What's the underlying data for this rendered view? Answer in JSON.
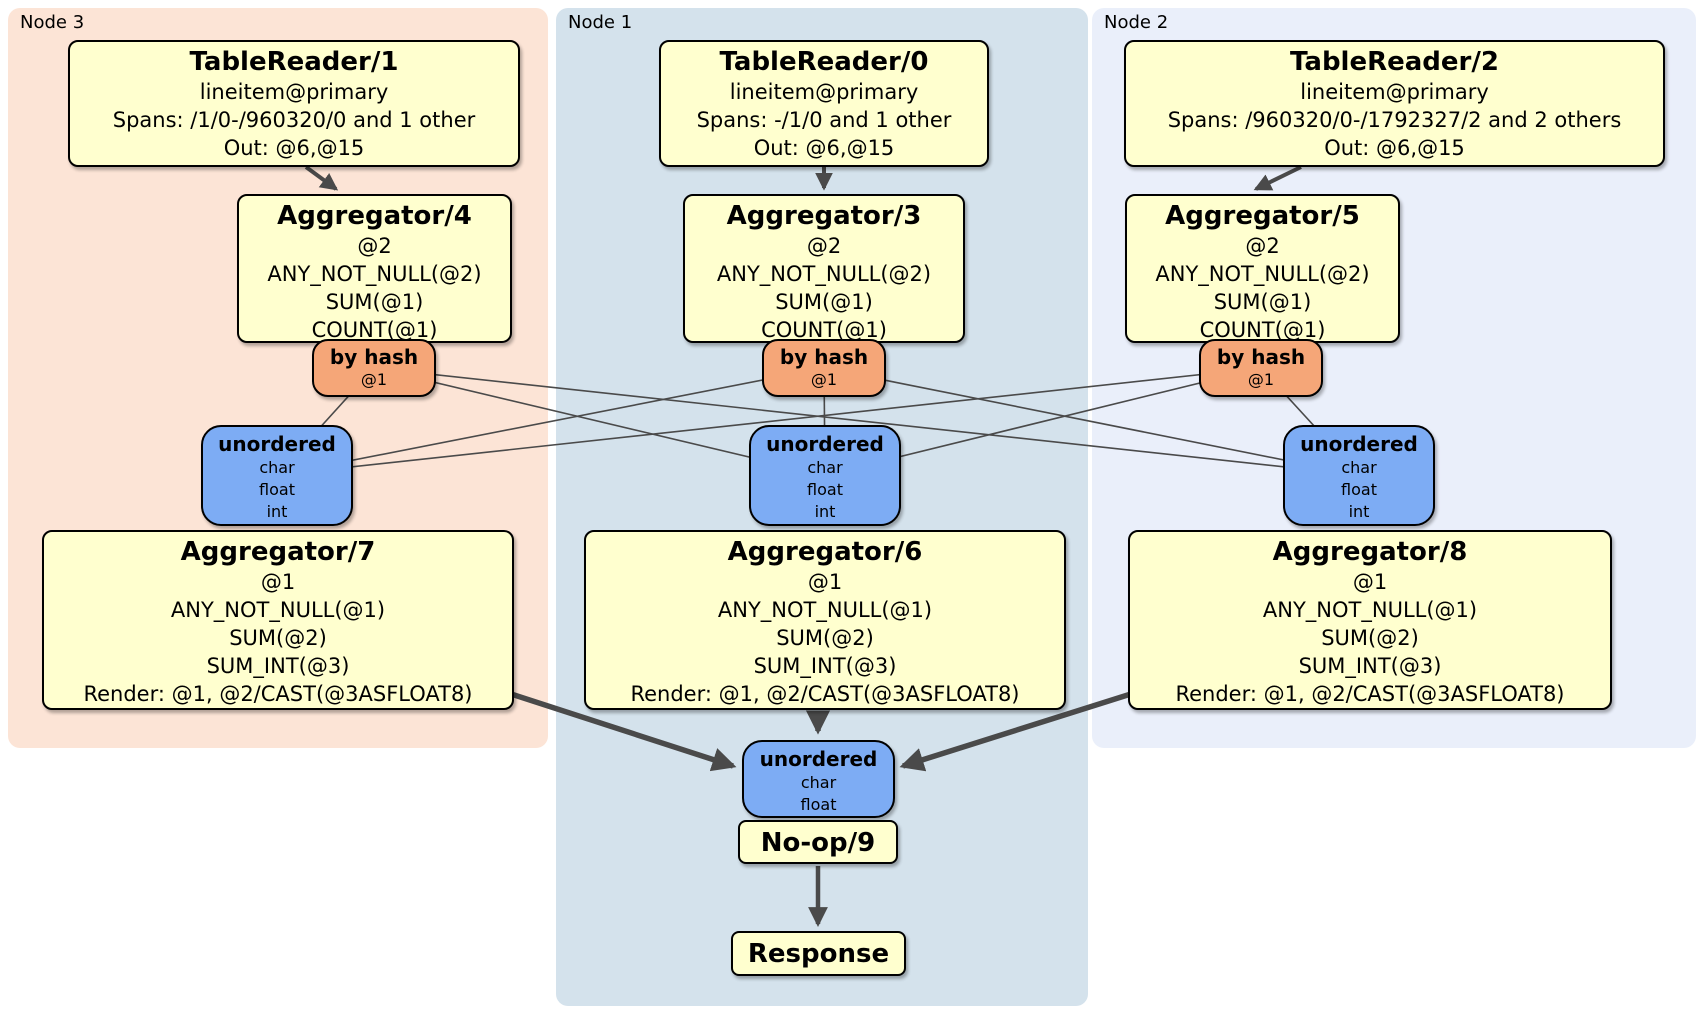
{
  "regions": {
    "node3": {
      "label": "Node 3"
    },
    "node1": {
      "label": "Node 1"
    },
    "node2": {
      "label": "Node 2"
    }
  },
  "processors": {
    "tr1": {
      "title": "TableReader/1",
      "lines": [
        "lineitem@primary",
        "Spans: /1/0-/960320/0 and 1 other",
        "Out: @6,@15"
      ]
    },
    "tr0": {
      "title": "TableReader/0",
      "lines": [
        "lineitem@primary",
        "Spans: -/1/0 and 1 other",
        "Out: @6,@15"
      ]
    },
    "tr2": {
      "title": "TableReader/2",
      "lines": [
        "lineitem@primary",
        "Spans: /960320/0-/1792327/2 and 2 others",
        "Out: @6,@15"
      ]
    },
    "agg4": {
      "title": "Aggregator/4",
      "lines": [
        "@2",
        "ANY_NOT_NULL(@2)",
        "SUM(@1)",
        "COUNT(@1)"
      ]
    },
    "agg3": {
      "title": "Aggregator/3",
      "lines": [
        "@2",
        "ANY_NOT_NULL(@2)",
        "SUM(@1)",
        "COUNT(@1)"
      ]
    },
    "agg5": {
      "title": "Aggregator/5",
      "lines": [
        "@2",
        "ANY_NOT_NULL(@2)",
        "SUM(@1)",
        "COUNT(@1)"
      ]
    },
    "agg7": {
      "title": "Aggregator/7",
      "lines": [
        "@1",
        "ANY_NOT_NULL(@1)",
        "SUM(@2)",
        "SUM_INT(@3)",
        "Render: @1, @2/CAST(@3ASFLOAT8)"
      ]
    },
    "agg6": {
      "title": "Aggregator/6",
      "lines": [
        "@1",
        "ANY_NOT_NULL(@1)",
        "SUM(@2)",
        "SUM_INT(@3)",
        "Render: @1, @2/CAST(@3ASFLOAT8)"
      ]
    },
    "agg8": {
      "title": "Aggregator/8",
      "lines": [
        "@1",
        "ANY_NOT_NULL(@1)",
        "SUM(@2)",
        "SUM_INT(@3)",
        "Render: @1, @2/CAST(@3ASFLOAT8)"
      ]
    },
    "noop": {
      "title": "No-op/9"
    },
    "response": {
      "title": "Response"
    }
  },
  "routers": {
    "left": {
      "title": "by hash",
      "detail": "@1"
    },
    "middle": {
      "title": "by hash",
      "detail": "@1"
    },
    "right": {
      "title": "by hash",
      "detail": "@1"
    }
  },
  "syncs": {
    "left": {
      "title": "unordered",
      "lines": [
        "char",
        "float",
        "int"
      ]
    },
    "middle": {
      "title": "unordered",
      "lines": [
        "char",
        "float",
        "int"
      ]
    },
    "right": {
      "title": "unordered",
      "lines": [
        "char",
        "float",
        "int"
      ]
    },
    "funnel": {
      "title": "unordered",
      "lines": [
        "char",
        "float"
      ]
    }
  },
  "colors": {
    "processor_fill": "#ffffcf",
    "router_fill": "#f5a678",
    "sync_fill": "#7dacf4",
    "node3_background": "#fce4d6",
    "node1_background": "#d4e2ec",
    "node2_background": "#eaeffa",
    "edge": "#4a4a4a",
    "border": "#000000"
  }
}
